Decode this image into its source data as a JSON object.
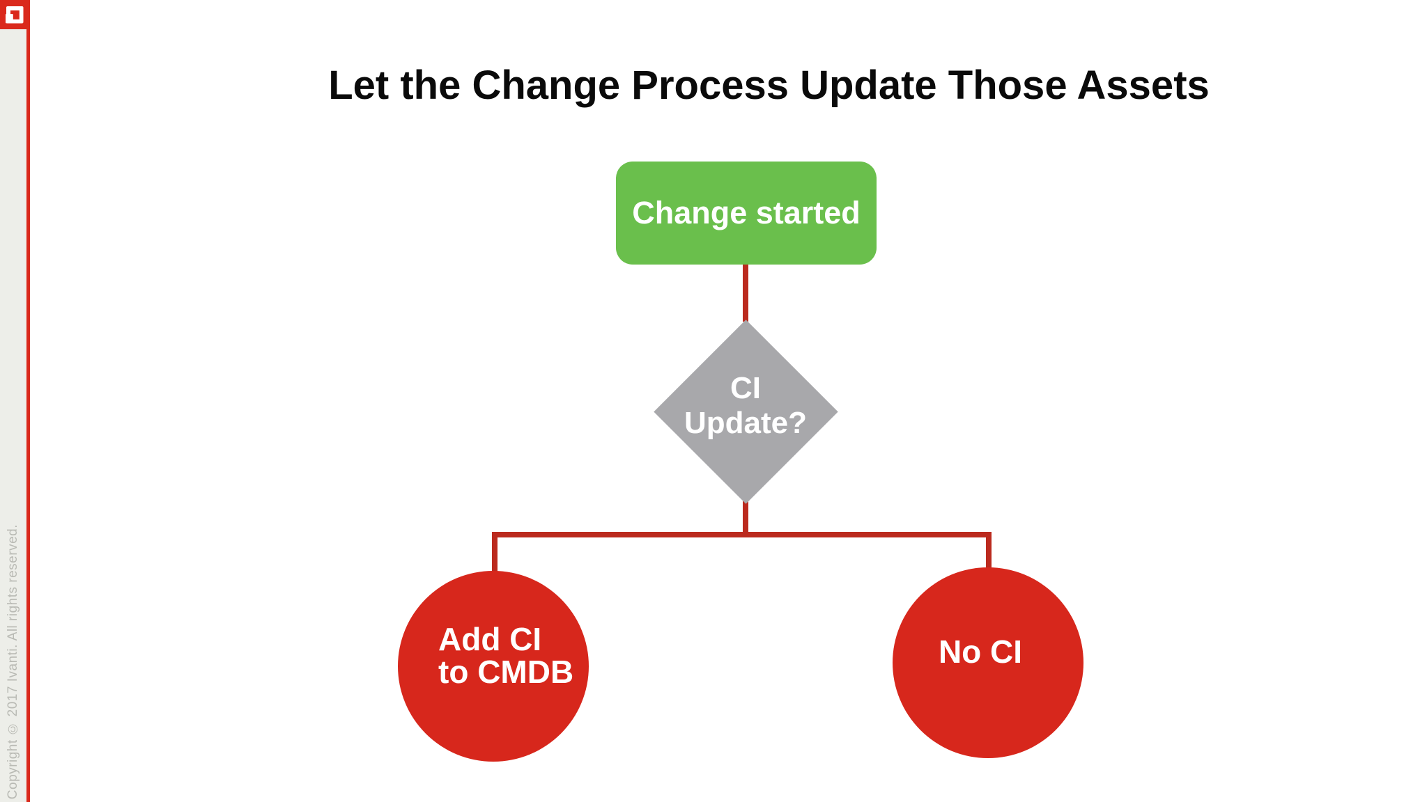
{
  "slide": {
    "title": "Let the Change Process Update Those Assets",
    "copyright": "Copyright © 2017 Ivanti. All rights reserved."
  },
  "icons": {
    "logo": "ivanti-logo-icon"
  },
  "flowchart": {
    "start": {
      "label": "Change started",
      "shape": "rounded-rectangle",
      "color": "#6abf4c"
    },
    "decision": {
      "line1": "CI",
      "line2": "Update?",
      "shape": "diamond",
      "color": "#a8a8ab"
    },
    "outcome_left": {
      "line1": "Add CI",
      "line2": "to CMDB",
      "shape": "circle",
      "color": "#d7271c"
    },
    "outcome_right": {
      "label": "No CI",
      "shape": "circle",
      "color": "#d7271c"
    },
    "connector_color": "#bb2a1e"
  },
  "colors": {
    "background": "#ffffff",
    "accent_red": "#da291c",
    "side_strip": "#edeee9",
    "title_text": "#0a0a0a",
    "copyright_text": "#b9bab4",
    "node_text": "#ffffff"
  }
}
